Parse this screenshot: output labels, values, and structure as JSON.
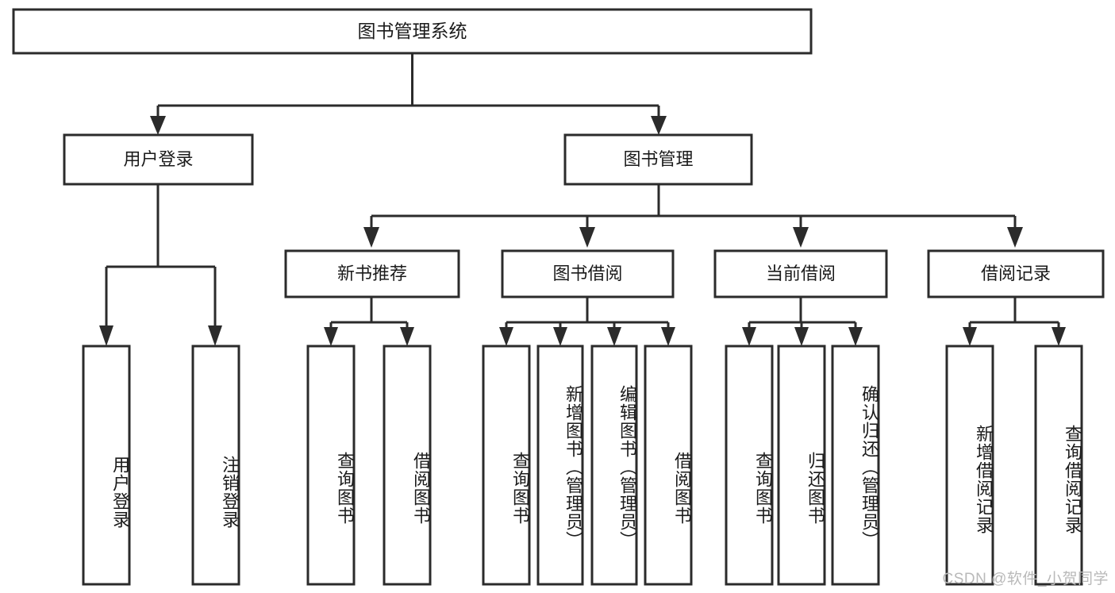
{
  "diagram": {
    "type": "tree",
    "title": "图书管理系统",
    "watermark": "CSDN @软件_小贺同学",
    "root": {
      "label": "图书管理系统"
    },
    "level2": [
      {
        "label": "用户登录"
      },
      {
        "label": "图书管理"
      }
    ],
    "level3": [
      {
        "label": "新书推荐"
      },
      {
        "label": "图书借阅"
      },
      {
        "label": "当前借阅"
      },
      {
        "label": "借阅记录"
      }
    ],
    "leaves": {
      "user_login": [
        {
          "label": "用户登录"
        },
        {
          "label": "注销登录"
        }
      ],
      "new_book_recommend": [
        {
          "label": "查询图书"
        },
        {
          "label": "借阅图书"
        }
      ],
      "book_borrow": [
        {
          "label": "查询图书"
        },
        {
          "label": "新增图书（管理员）"
        },
        {
          "label": "编辑图书（管理员）"
        },
        {
          "label": "借阅图书"
        }
      ],
      "current_borrow": [
        {
          "label": "查询图书"
        },
        {
          "label": "归还图书"
        },
        {
          "label": "确认归还（管理员）"
        }
      ],
      "borrow_record": [
        {
          "label": "新增借阅记录"
        },
        {
          "label": "查询借阅记录"
        }
      ]
    },
    "colors": {
      "stroke": "#2b2b2b",
      "box_fill": "#ffffff",
      "text": "#1b1b1b",
      "watermark": "#b9b9b9",
      "background": "#ffffff"
    }
  }
}
